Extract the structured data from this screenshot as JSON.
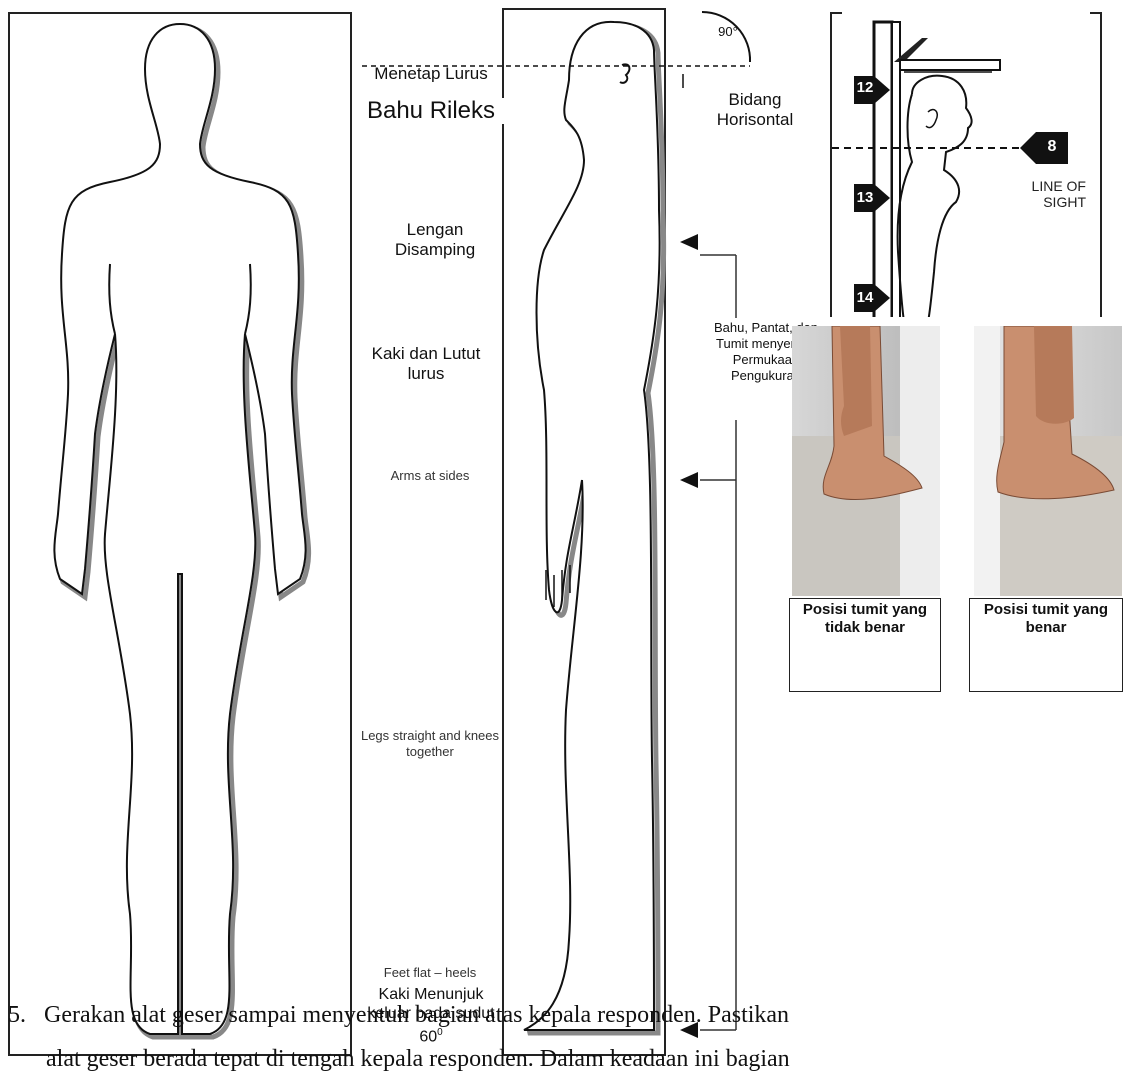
{
  "labels": {
    "head_level": "Menetap Lurus Kedepan",
    "shoulders": "Bahu Rileks",
    "horizontal_plane": "Bidang Horisontal",
    "angle": "90°",
    "arms_id": "Lengan Disamping",
    "legs_id": "Kaki dan Lutut lurus",
    "arms_en": "Arms at sides",
    "legs_en": "Legs straight and knees together",
    "feet_en": "Feet flat – heels",
    "feet_id": "Kaki Menunjuk keluar pada sudut 60",
    "feet_id_sup": "0",
    "contact": "Bahu, Pantat, dan Tumit menyentuh Permukaan Pengukuran"
  },
  "stadiometer": {
    "marks": [
      "12",
      "8",
      "13",
      "14"
    ],
    "line_of_sight": "LINE OF SIGHT"
  },
  "heel_photos": {
    "wrong": "Posisi tumit yang tidak benar",
    "right": "Posisi tumit yang benar"
  },
  "paragraph": {
    "number": "5.",
    "line1": "Gerakan alat geser sampai menyentuh bagian atas kepala responden. Pastikan",
    "line2": "alat geser berada tepat di tengah kepala responden. Dalam keadaan ini bagian"
  }
}
